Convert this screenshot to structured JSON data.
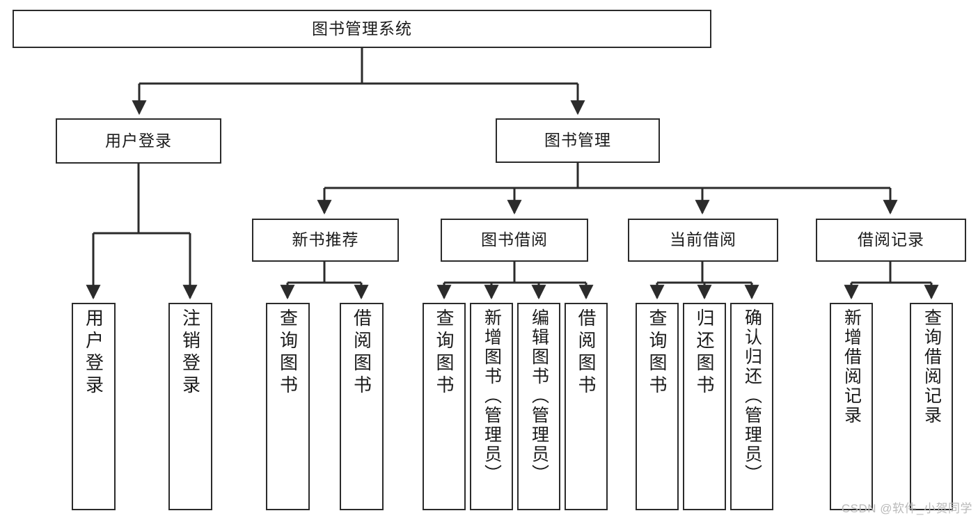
{
  "diagram": {
    "title": "图书管理系统",
    "type": "tree-hierarchy-chart",
    "watermark": "CSDN @软件_小贺同学",
    "line_color": "#2b2b2b",
    "box_fill": "#ffffff",
    "text_color": "#1a1a1a",
    "root": {
      "label": "图书管理系统"
    },
    "level2": [
      {
        "label": "用户登录"
      },
      {
        "label": "图书管理"
      }
    ],
    "level3": [
      {
        "label": "新书推荐"
      },
      {
        "label": "图书借阅"
      },
      {
        "label": "当前借阅"
      },
      {
        "label": "借阅记录"
      }
    ],
    "leaves": {
      "user_login": [
        {
          "label": "用户登录"
        },
        {
          "label": "注销登录"
        }
      ],
      "new_book_recommend": [
        {
          "label": "查询图书"
        },
        {
          "label": "借阅图书"
        }
      ],
      "book_borrow": [
        {
          "label": "查询图书"
        },
        {
          "label": "新增图书（管理员）"
        },
        {
          "label": "编辑图书（管理员）"
        },
        {
          "label": "借阅图书"
        }
      ],
      "current_borrow": [
        {
          "label": "查询图书"
        },
        {
          "label": "归还图书"
        },
        {
          "label": "确认归还（管理员）"
        }
      ],
      "borrow_record": [
        {
          "label": "新增借阅记录"
        },
        {
          "label": "查询借阅记录"
        }
      ]
    }
  }
}
